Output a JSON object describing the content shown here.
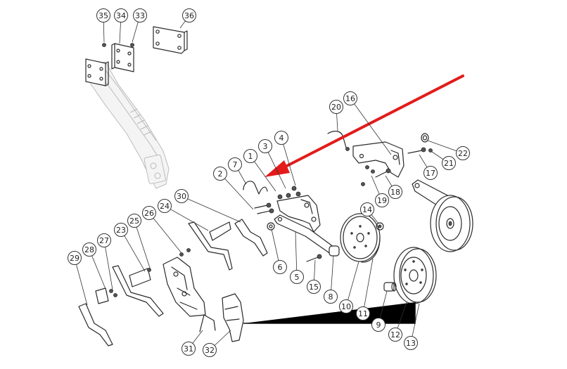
{
  "diagram": {
    "callout_color": "#e31b1b",
    "line_color": "#2a2a2a",
    "ghost_color": "#b9b9b9",
    "balloons": [
      {
        "label": "1"
      },
      {
        "label": "2"
      },
      {
        "label": "3"
      },
      {
        "label": "4"
      },
      {
        "label": "5"
      },
      {
        "label": "6"
      },
      {
        "label": "7"
      },
      {
        "label": "8"
      },
      {
        "label": "9"
      },
      {
        "label": "10"
      },
      {
        "label": "11"
      },
      {
        "label": "12"
      },
      {
        "label": "13"
      },
      {
        "label": "14"
      },
      {
        "label": "15"
      },
      {
        "label": "16"
      },
      {
        "label": "17"
      },
      {
        "label": "18"
      },
      {
        "label": "19"
      },
      {
        "label": "20"
      },
      {
        "label": "21"
      },
      {
        "label": "22"
      },
      {
        "label": "23"
      },
      {
        "label": "24"
      },
      {
        "label": "25"
      },
      {
        "label": "26"
      },
      {
        "label": "27"
      },
      {
        "label": "28"
      },
      {
        "label": "29"
      },
      {
        "label": "30"
      },
      {
        "label": "31"
      },
      {
        "label": "32"
      },
      {
        "label": "33"
      },
      {
        "label": "34"
      },
      {
        "label": "35"
      },
      {
        "label": "36"
      }
    ]
  }
}
